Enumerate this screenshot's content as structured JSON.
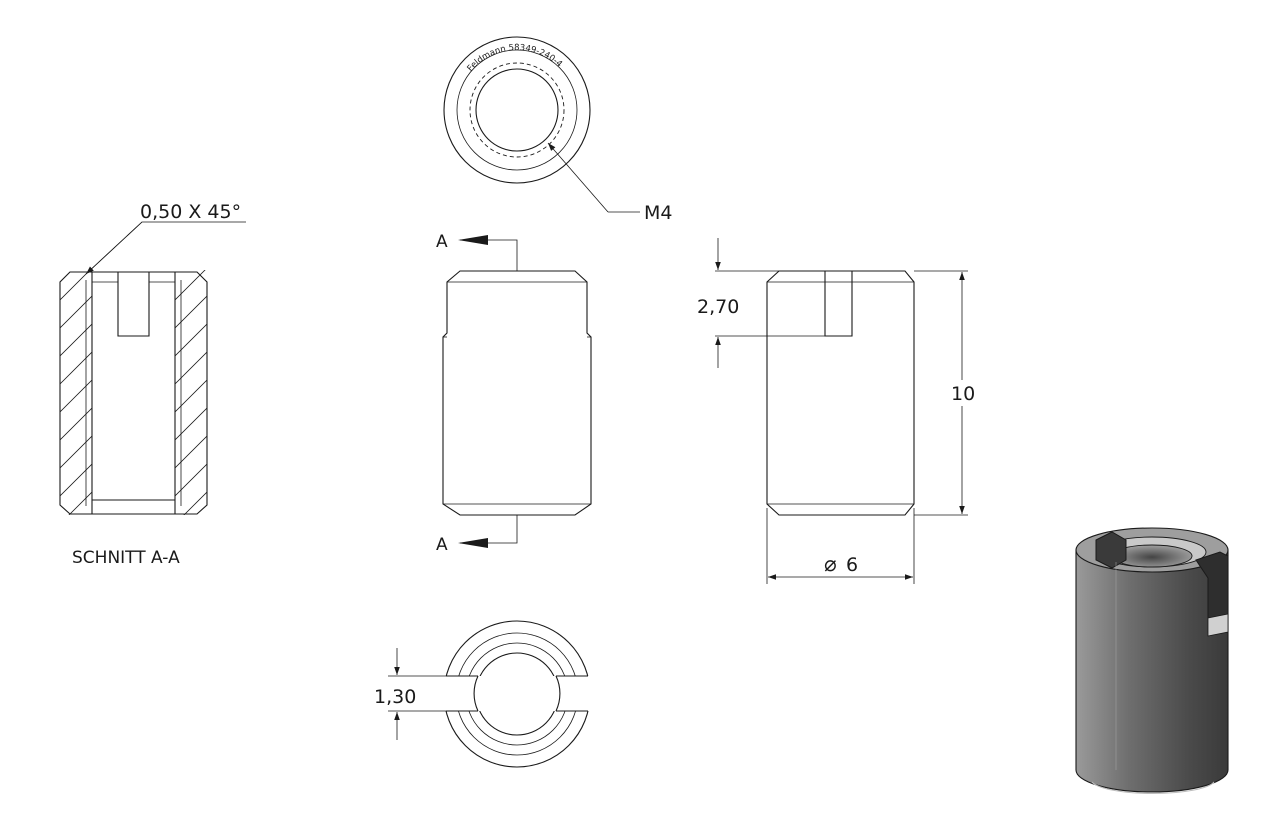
{
  "labels": {
    "chamfer": "0,50 X 45°",
    "section_title": "SCHNITT A-A",
    "thread": "M4",
    "section_mark_top": "A",
    "section_mark_bottom": "A",
    "engraving": "Feldmann 58349-240-4",
    "slot_depth": "2,70",
    "length": "10",
    "diameter_symbol": "⌀",
    "diameter": "6",
    "slot_width": "1,30"
  },
  "colors": {
    "line": "#1a1a1a",
    "background": "#ffffff",
    "iso_dark": "#5a5a5a",
    "iso_mid": "#8c8c8c",
    "iso_light": "#c8c8c8"
  }
}
